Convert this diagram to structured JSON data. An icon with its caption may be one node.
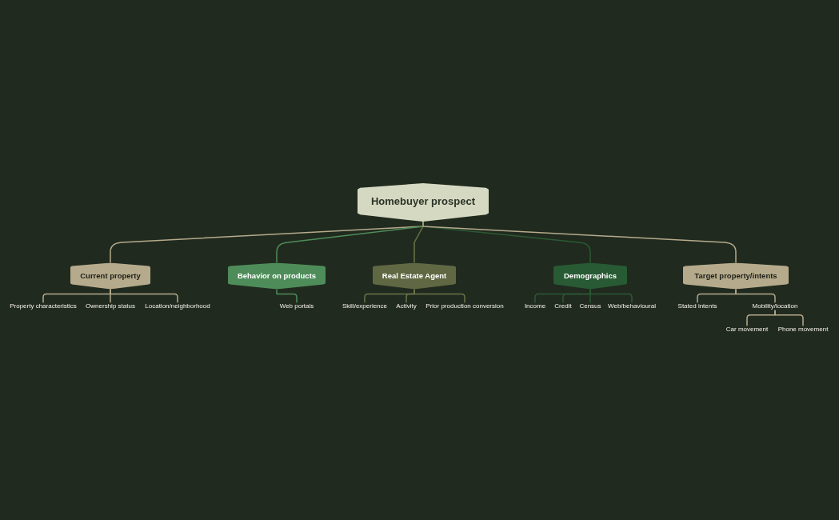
{
  "diagram": {
    "nodes": [
      {
        "text": [
          "Homebuyer prospect"
        ]
      },
      {
        "text": [
          "Current property"
        ]
      },
      {
        "text": [
          "Property characteristics"
        ]
      },
      {
        "text": [
          "Ownership status"
        ]
      },
      {
        "text": [
          "Location/neighborhood"
        ]
      },
      {
        "text": [
          "Behavior on products"
        ]
      },
      {
        "text": [
          "Web portals"
        ]
      },
      {
        "text": [
          "Real Estate Agent"
        ]
      },
      {
        "text": [
          "Skill/experience"
        ]
      },
      {
        "text": [
          "Activity"
        ]
      },
      {
        "text": [
          "Prior production conversion"
        ]
      },
      {
        "text": [
          "Demographics"
        ]
      },
      {
        "text": [
          "Income"
        ]
      },
      {
        "text": [
          "Credit"
        ]
      },
      {
        "text": [
          "Census"
        ]
      },
      {
        "text": [
          "Web/behavioural"
        ]
      },
      {
        "text": [
          "Target property/intents"
        ]
      },
      {
        "text": [
          "Stated intents"
        ]
      },
      {
        "text": [
          "Mobility/location"
        ]
      },
      {
        "text": [
          "Car movement"
        ]
      },
      {
        "text": [
          "Phone movement"
        ]
      }
    ],
    "edges": [
      {
        "from": 0,
        "to": 1,
        "arrow": "none"
      },
      {
        "from": 1,
        "to": 2,
        "arrow": "none"
      },
      {
        "from": 1,
        "to": 3,
        "arrow": "none"
      },
      {
        "from": 1,
        "to": 4,
        "arrow": "none"
      },
      {
        "from": 0,
        "to": 5,
        "arrow": "none",
        "color": "#4e8d5a"
      },
      {
        "from": 5,
        "to": 6,
        "arrow": "none",
        "color": "#4e8d5a"
      },
      {
        "from": 0,
        "to": 7,
        "arrow": "none",
        "color": "#6b7349"
      },
      {
        "from": 7,
        "to": 8,
        "arrow": "none",
        "color": "#6b7349"
      },
      {
        "from": 7,
        "to": 9,
        "arrow": "none",
        "color": "#6b7349"
      },
      {
        "from": 7,
        "to": 10,
        "arrow": "none",
        "color": "#6b7349"
      },
      {
        "from": 0,
        "to": 11,
        "arrow": "none",
        "color": "#2b5a35"
      },
      {
        "from": 11,
        "to": 12,
        "arrow": "none",
        "color": "#2b5a35"
      },
      {
        "from": 11,
        "to": 13,
        "arrow": "none",
        "color": "#2b5a35"
      },
      {
        "from": 11,
        "to": 14,
        "arrow": "none",
        "color": "#2b5a35"
      },
      {
        "from": 11,
        "to": 15,
        "arrow": "none",
        "color": "#2b5a35"
      },
      {
        "from": 0,
        "to": 16,
        "arrow": "none"
      },
      {
        "from": 16,
        "to": 17,
        "arrow": "none"
      },
      {
        "from": 16,
        "to": 18,
        "arrow": "none"
      },
      {
        "from": 18,
        "to": 19,
        "arrow": "none"
      },
      {
        "from": 18,
        "to": 20,
        "arrow": "none"
      }
    ]
  }
}
